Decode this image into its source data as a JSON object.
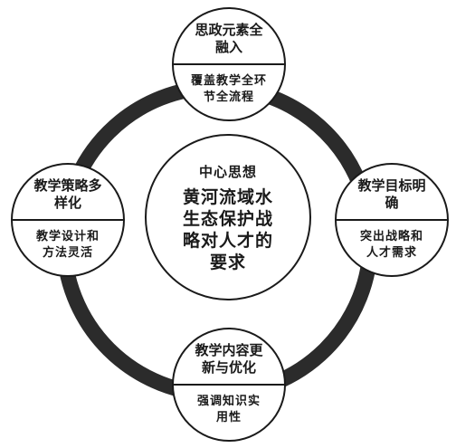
{
  "center": {
    "title": "中心思想",
    "body": "黄河流域水\n生态保护战\n略对人才的\n要求"
  },
  "nodes": {
    "top": {
      "heading": "思政元素全\n融入",
      "detail": "覆盖教学全环\n节全流程"
    },
    "left": {
      "heading": "教学策略多\n样化",
      "detail": "教学设计和\n方法灵活"
    },
    "right": {
      "heading": "教学目标明\n确",
      "detail": "突出战略和\n人才需求"
    },
    "bottom": {
      "heading": "教学内容更\n新与优化",
      "detail": "强调知识实\n用性"
    }
  }
}
